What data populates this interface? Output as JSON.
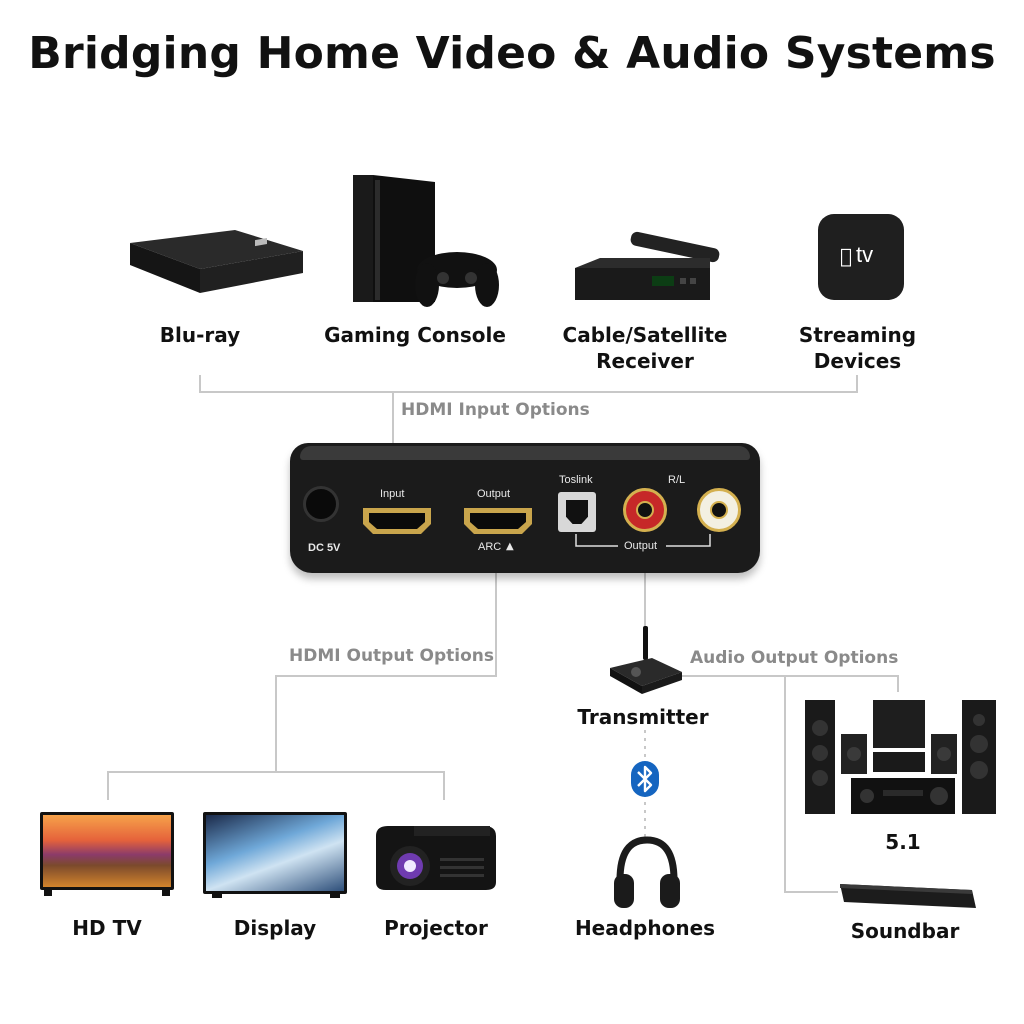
{
  "title": "Bridging Home Video & Audio Systems",
  "inputs": {
    "group_label": "HDMI Input Options",
    "devices": [
      {
        "label": "Blu-ray"
      },
      {
        "label": "Gaming Console"
      },
      {
        "label": "Cable/Satellite\nReceiver"
      },
      {
        "label": "Streaming\nDevices"
      }
    ],
    "apple_tv_logo": "tv"
  },
  "converter": {
    "ports": {
      "dc": "DC 5V",
      "input": "Input",
      "output": "Output",
      "arc": "ARC",
      "toslink": "Toslink",
      "rl": "R/L",
      "audio_output": "Output"
    }
  },
  "hdmi_outputs": {
    "group_label": "HDMI Output Options",
    "devices": [
      {
        "label": "HD TV"
      },
      {
        "label": "Display"
      },
      {
        "label": "Projector"
      }
    ]
  },
  "audio_outputs": {
    "group_label": "Audio Output Options",
    "transmitter": "Transmitter",
    "headphones": "Headphones",
    "surround": "5.1",
    "soundbar": "Soundbar"
  },
  "colors": {
    "connector_line": "#c8c8c8",
    "device_dark": "#1c1c1c",
    "bluetooth": "#1565c0",
    "rca_red": "#c62828"
  }
}
